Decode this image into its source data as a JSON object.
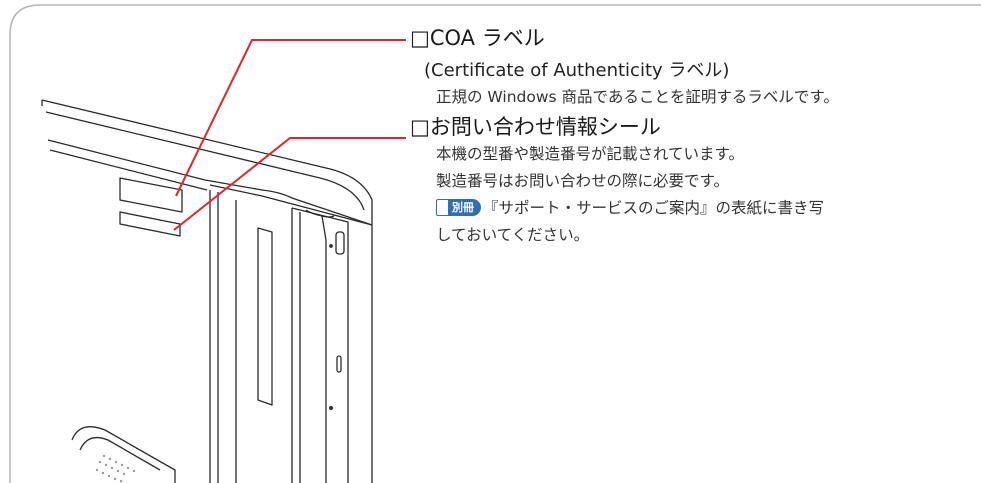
{
  "callouts": {
    "coa": {
      "heading": "□COA ラベル",
      "subheading": "(Certificate of Authenticity ラベル)",
      "description": "正規の Windows 商品であることを証明するラベルです。"
    },
    "support_info": {
      "heading": "□お問い合わせ情報シール",
      "lines": [
        "本機の型番や製造番号が記載されています。",
        "製造番号はお問い合わせの際に必要です。"
      ],
      "reference_badge": "別冊",
      "reference_text": "『サポート・サービスのご案内』の表紙に書き写",
      "reference_text_cont": "しておいてください。"
    }
  },
  "colors": {
    "leader_line": "#e0262b",
    "frame_border": "#b5b5b5",
    "drawing_line": "#2a2a2a",
    "badge_blue": "#2f6fb8"
  }
}
